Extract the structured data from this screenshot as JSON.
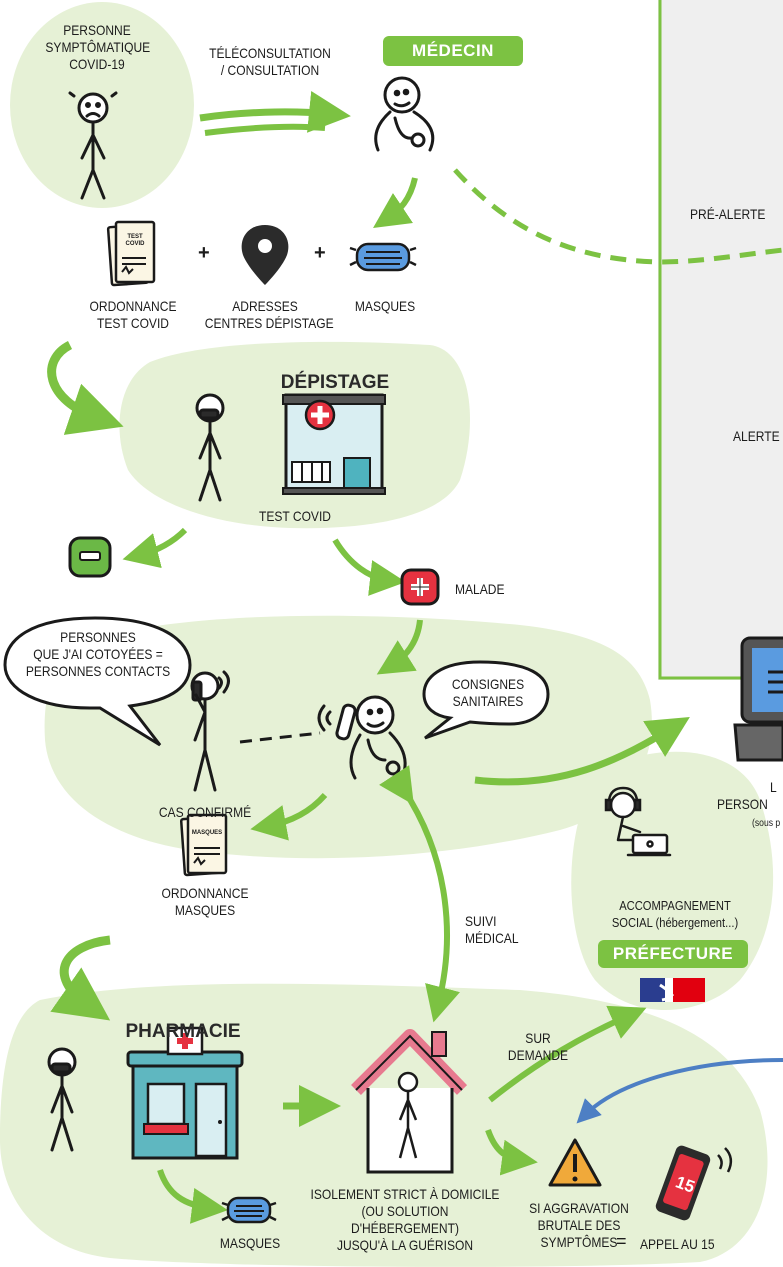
{
  "colors": {
    "blob": "#e6f1d6",
    "accent": "#7cc242",
    "blue": "#4d7fc4",
    "red": "#e53240",
    "frame_line": "#7cc242"
  },
  "labels": {
    "personne": "PERSONNE\nSYMPTÔMATIQUE\nCOVID-19",
    "teleconsultation": "TÉLÉCONSULTATION\n/ CONSULTATION",
    "medecin": "MÉDECIN",
    "ordonnance_test": "ORDONNANCE\nTEST COVID",
    "adresses": "ADRESSES\nCENTRES DÉPISTAGE",
    "masques1": "MASQUES",
    "plus": "+",
    "depistage": "DÉPISTAGE",
    "test_covid": "TEST COVID",
    "test_doc": "TEST\nCOVID",
    "malade": "MALADE",
    "personnes_contacts": "PERSONNES\nQUE J'AI COTOYÉES =\nPERSONNES CONTACTS",
    "consignes": "CONSIGNES\nSANITAIRES",
    "cas_confirme": "CAS CONFIRMÉ",
    "masques_doc": "MASQUES",
    "ordonnance_masques": "ORDONNANCE\nMASQUES",
    "suivi": "SUIVI\nMÉDICAL",
    "pharmacie": "PHARMACIE",
    "masques2": "MASQUES",
    "isolement": "ISOLEMENT STRICT À DOMICILE\n(OU SOLUTION\nD'HÉBERGEMENT)\nJUSQU'À LA GUÉRISON",
    "sur_demande": "SUR\nDEMANDE",
    "si_aggravation": "SI AGGRAVATION\nBRUTALE DES\nSYMPTÔMES",
    "equals": "=",
    "appel": "APPEL AU 15",
    "phone_number": "15",
    "accompagnement": "ACCOMPAGNEMENT\nSOCIAL (hébergement...)",
    "prefecture": "PRÉFECTURE",
    "pre_alerte": "PRÉ-ALERTE",
    "alerte": "ALERTE",
    "cut_l": "L",
    "cut_person": "PERSON",
    "cut_sous": "(sous p"
  }
}
